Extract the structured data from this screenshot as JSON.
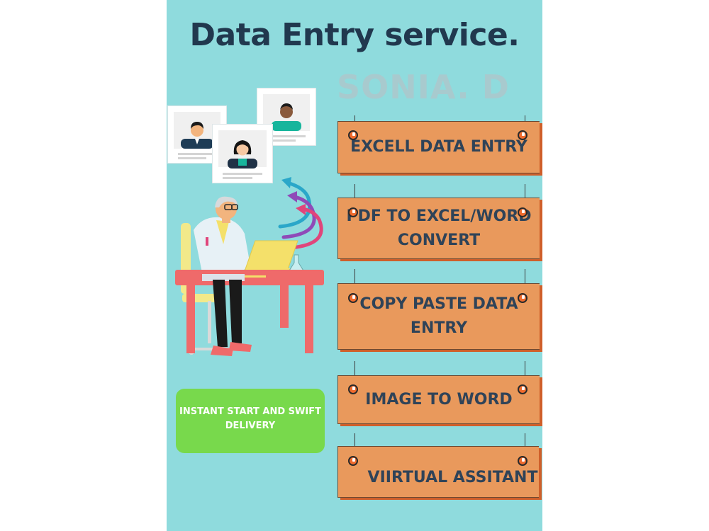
{
  "title": "Data Entry service.",
  "watermark": "SONIA. D",
  "badge": "INSTANT START AND SWIFT DELIVERY",
  "services": [
    {
      "line1": "EXCELL DATA ENTRY",
      "line2": ""
    },
    {
      "line1": "PDF TO EXCEL/WORD",
      "line2": "CONVERT"
    },
    {
      "line1": "COPY PASTE DATA",
      "line2": "ENTRY"
    },
    {
      "line1": "IMAGE TO WORD",
      "line2": ""
    },
    {
      "line1": "VIIRTUAL ASSITANT",
      "line2": ""
    }
  ],
  "colors": {
    "background": "#8fdbdd",
    "title": "#21384e",
    "sign": "#e9995c",
    "sign_text": "#2f4358",
    "badge": "#78d94c",
    "desk": "#ef6a6a"
  },
  "icons": [
    "profile-card-icon",
    "curved-arrow-icon",
    "person-at-desk-illustration",
    "pin-icon"
  ]
}
